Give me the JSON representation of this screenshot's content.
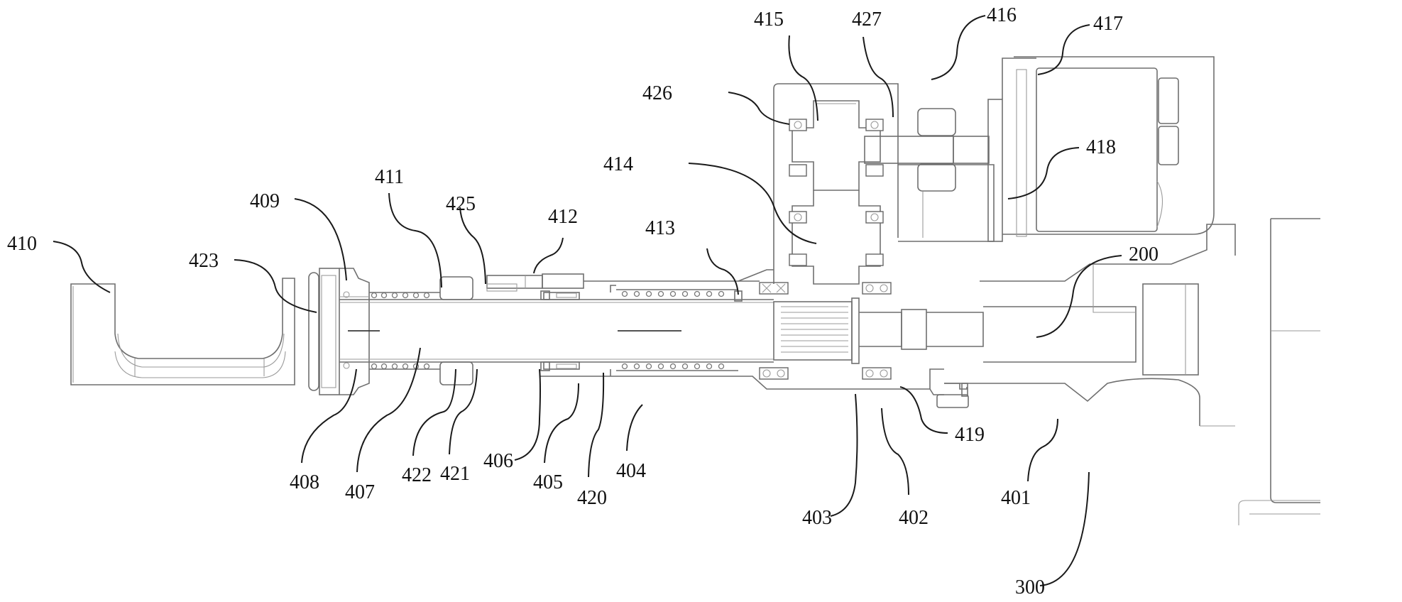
{
  "figure": {
    "type": "mechanical cross-section drawing",
    "labels": {
      "l410": "410",
      "l409": "409",
      "l423": "423",
      "l411": "411",
      "l425": "425",
      "l412": "412",
      "l413": "413",
      "l414": "414",
      "l426": "426",
      "l415": "415",
      "l427": "427",
      "l416": "416",
      "l417": "417",
      "l418": "418",
      "l200": "200",
      "l408": "408",
      "l407": "407",
      "l422": "422",
      "l421": "421",
      "l406": "406",
      "l405": "405",
      "l420": "420",
      "l404": "404",
      "l403": "403",
      "l402": "402",
      "l419": "419",
      "l401": "401",
      "l300": "300"
    }
  }
}
